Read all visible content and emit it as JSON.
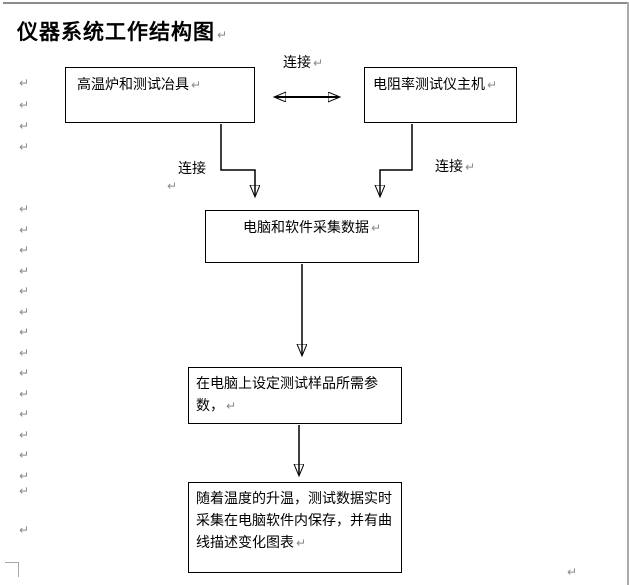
{
  "page": {
    "title": "仪器系统工作结构图"
  },
  "glyphs": {
    "pilcrow": "↵"
  },
  "flowchart": {
    "boxes": {
      "furnace": "高温炉和测试冶具",
      "tester": "电阻率测试仪主机",
      "computer": "电脑和软件采集数据",
      "params": "在电脑上设定测试样品所需参数，",
      "result": "随着温度的升温，测试数据实时采集在电脑软件内保存，并有曲线描述变化图表"
    },
    "labels": {
      "connect_top": "连接",
      "connect_left": "连接",
      "connect_right": "连接"
    }
  },
  "colors": {
    "line": "#000000",
    "formatting_mark": "#8a8a8a",
    "page_edge": "#8c8c8c"
  }
}
